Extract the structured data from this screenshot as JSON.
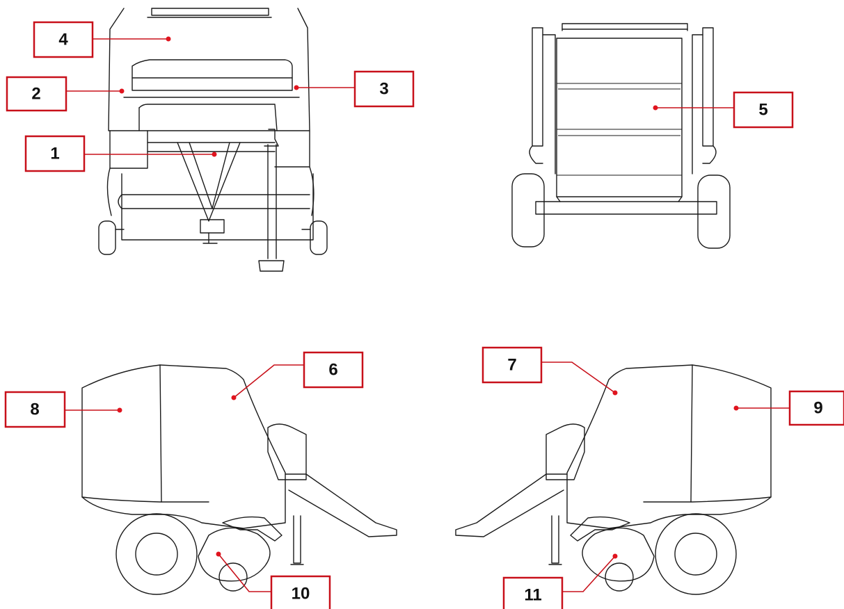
{
  "callouts": [
    {
      "id": "1",
      "label": "1"
    },
    {
      "id": "2",
      "label": "2"
    },
    {
      "id": "3",
      "label": "3"
    },
    {
      "id": "4",
      "label": "4"
    },
    {
      "id": "5",
      "label": "5"
    },
    {
      "id": "6",
      "label": "6"
    },
    {
      "id": "7",
      "label": "7"
    },
    {
      "id": "8",
      "label": "8"
    },
    {
      "id": "9",
      "label": "9"
    },
    {
      "id": "10",
      "label": "10"
    },
    {
      "id": "11",
      "label": "11"
    }
  ],
  "colors": {
    "callout_border": "#c8101a",
    "callout_dot": "#e0141e",
    "line_art": "#1a1a1a"
  }
}
